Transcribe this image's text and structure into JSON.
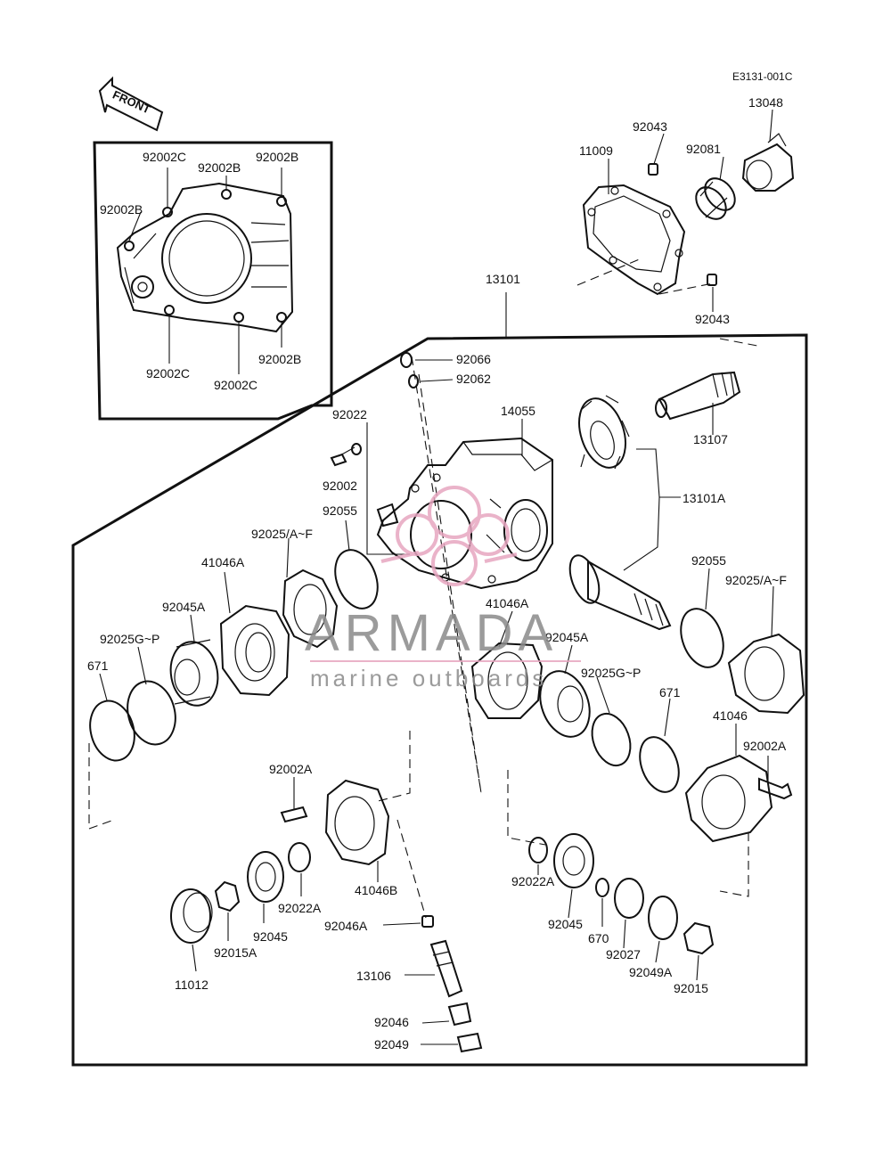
{
  "diagram": {
    "code": "E3131-001C",
    "front_arrow": "FRONT",
    "labels": {
      "l_92002c_a": "92002C",
      "l_92002b_a": "92002B",
      "l_92002b_b": "92002B",
      "l_92002b_c": "92002B",
      "l_92002c_b": "92002C",
      "l_92002c_c": "92002C",
      "l_92002b_d": "92002B",
      "l_11009": "11009",
      "l_92043_a": "92043",
      "l_92081": "92081",
      "l_13048": "13048",
      "l_92043_b": "92043",
      "l_13101": "13101",
      "l_92066": "92066",
      "l_92062": "92062",
      "l_92022": "92022",
      "l_14055": "14055",
      "l_92002": "92002",
      "l_92055_a": "92055",
      "l_13107": "13107",
      "l_13101a": "13101A",
      "l_92025af_a": "92025/A~F",
      "l_41046a_a": "41046A",
      "l_92045a_a": "92045A",
      "l_92025gp_a": "92025G~P",
      "l_671_a": "671",
      "l_41046a_b": "41046A",
      "l_92045a_b": "92045A",
      "l_92055_b": "92055",
      "l_92025af_b": "92025/A~F",
      "l_92025gp_b": "92025G~P",
      "l_671_b": "671",
      "l_41046": "41046",
      "l_92002a_a": "92002A",
      "l_92002a_b": "92002A",
      "l_41046b": "41046B",
      "l_92022a_a": "92022A",
      "l_92045_a": "92045",
      "l_92015a": "92015A",
      "l_92046a": "92046A",
      "l_11012": "11012",
      "l_13106": "13106",
      "l_92046": "92046",
      "l_92049": "92049",
      "l_92022a_b": "92022A",
      "l_92045_b": "92045",
      "l_670": "670",
      "l_92027": "92027",
      "l_92049a": "92049A",
      "l_92015": "92015"
    }
  },
  "watermark": {
    "brand": "ARMADA",
    "tagline": "marine outboards",
    "color": "#e7a6c0"
  }
}
